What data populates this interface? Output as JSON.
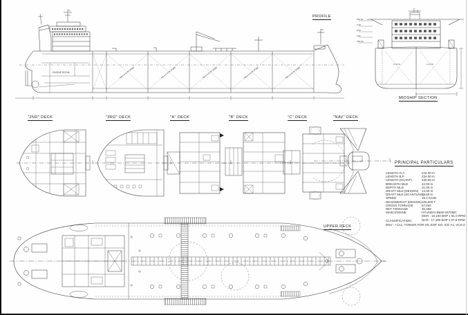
{
  "views": {
    "profile": {
      "title": "PROFILE",
      "engine_room": "ENGINE ROOM",
      "tanks": [
        "NO.5 C.O.TK (P&S)",
        "NO.4 C.O.TK (P&S)",
        "NO.3 C.O.TK (P&S)",
        "NO.2 C.O.TK (P&S)",
        "NO.1 C.O.TK (P&S)"
      ]
    },
    "midship": {
      "title": "MIDSHIP SECTION",
      "deck_levels": [
        "NAV DK",
        "C DK",
        "B DK",
        "A DK",
        "UPP DK"
      ],
      "tank_labels": [
        "C.O.TK",
        "C.O.TK"
      ]
    },
    "decks": [
      {
        "label": "\"2ND\" DECK"
      },
      {
        "label": "\"3RD\" DECK"
      },
      {
        "label": "\"A\" DECK"
      },
      {
        "label": "\"B\" DECK"
      },
      {
        "label": "\"C\" DECK"
      },
      {
        "label": "\"NAV\" DECK"
      }
    ],
    "upper_deck": {
      "title": "UPPER DECK"
    }
  },
  "particulars": {
    "title": "PRINCIPAL PARTICULARS",
    "rows": [
      {
        "label": "LENGTH O.A",
        "value": "244.00 m"
      },
      {
        "label": "LENGTH B.P",
        "value": "234.00 m"
      },
      {
        "label": "LENGTH (SCANT)",
        "value": "230.56 m"
      },
      {
        "label": "BREADTH MLD",
        "value": "42.00 m"
      },
      {
        "label": "DEPTH MLD",
        "value": "21.00 m"
      },
      {
        "label": "DRAFT MLD (DESIGN)",
        "value": "14.00 m"
      },
      {
        "label": "DRAFT MLD (SCANTLING)",
        "value": "14.80 m"
      },
      {
        "label": "SPEED",
        "value": "15.1 Knots"
      },
      {
        "label": "DEADWEIGHT (DESIGN)",
        "value": "105,000 T"
      },
      {
        "label": "GROSS TONNAGE",
        "value": "57,942"
      },
      {
        "label": "NET TONNAGE",
        "value": "30,258"
      },
      {
        "label": "MAIN ENGINE",
        "value": "HYUNDAI-B&W 6S70MC"
      },
      {
        "label": "",
        "value": "MCR : 19,100 BHP x 91.0 RPM"
      },
      {
        "label": "",
        "value": "NCR : 17,190 BHP x 87.9 RPM"
      }
    ],
    "classification": {
      "label": "CLASSIFICATION:",
      "value": "DNV - +1A1, TANKER FOR OIL ESP, EO, ICE A1, VCS-2"
    },
    "ink": "#333333",
    "paper": "#fefefe"
  }
}
